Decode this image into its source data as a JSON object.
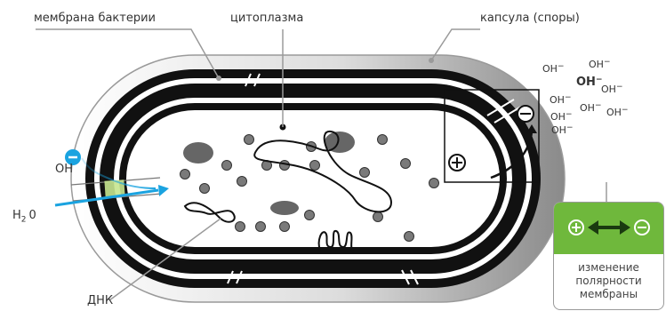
{
  "labels": {
    "membrane": "мембрана бактерии",
    "cytoplasm": "цитоплазма",
    "capsule": "капсула (споры)",
    "dna": "ДНК",
    "oh": "ОН",
    "water": "H",
    "water_sub": "2",
    "water_end": "0"
  },
  "ions": [
    "OH",
    "OH",
    "OH",
    "OH",
    "OH",
    "OH",
    "OH",
    "OH",
    "OH"
  ],
  "ion_charge": "−",
  "card": {
    "line1": "изменение",
    "line2": "полярности",
    "line3": "мембраны"
  },
  "colors": {
    "green": "#6fb83c",
    "arrow_blue": "#1aa3e0",
    "membrane": "#111111",
    "organelle": "#666666"
  }
}
